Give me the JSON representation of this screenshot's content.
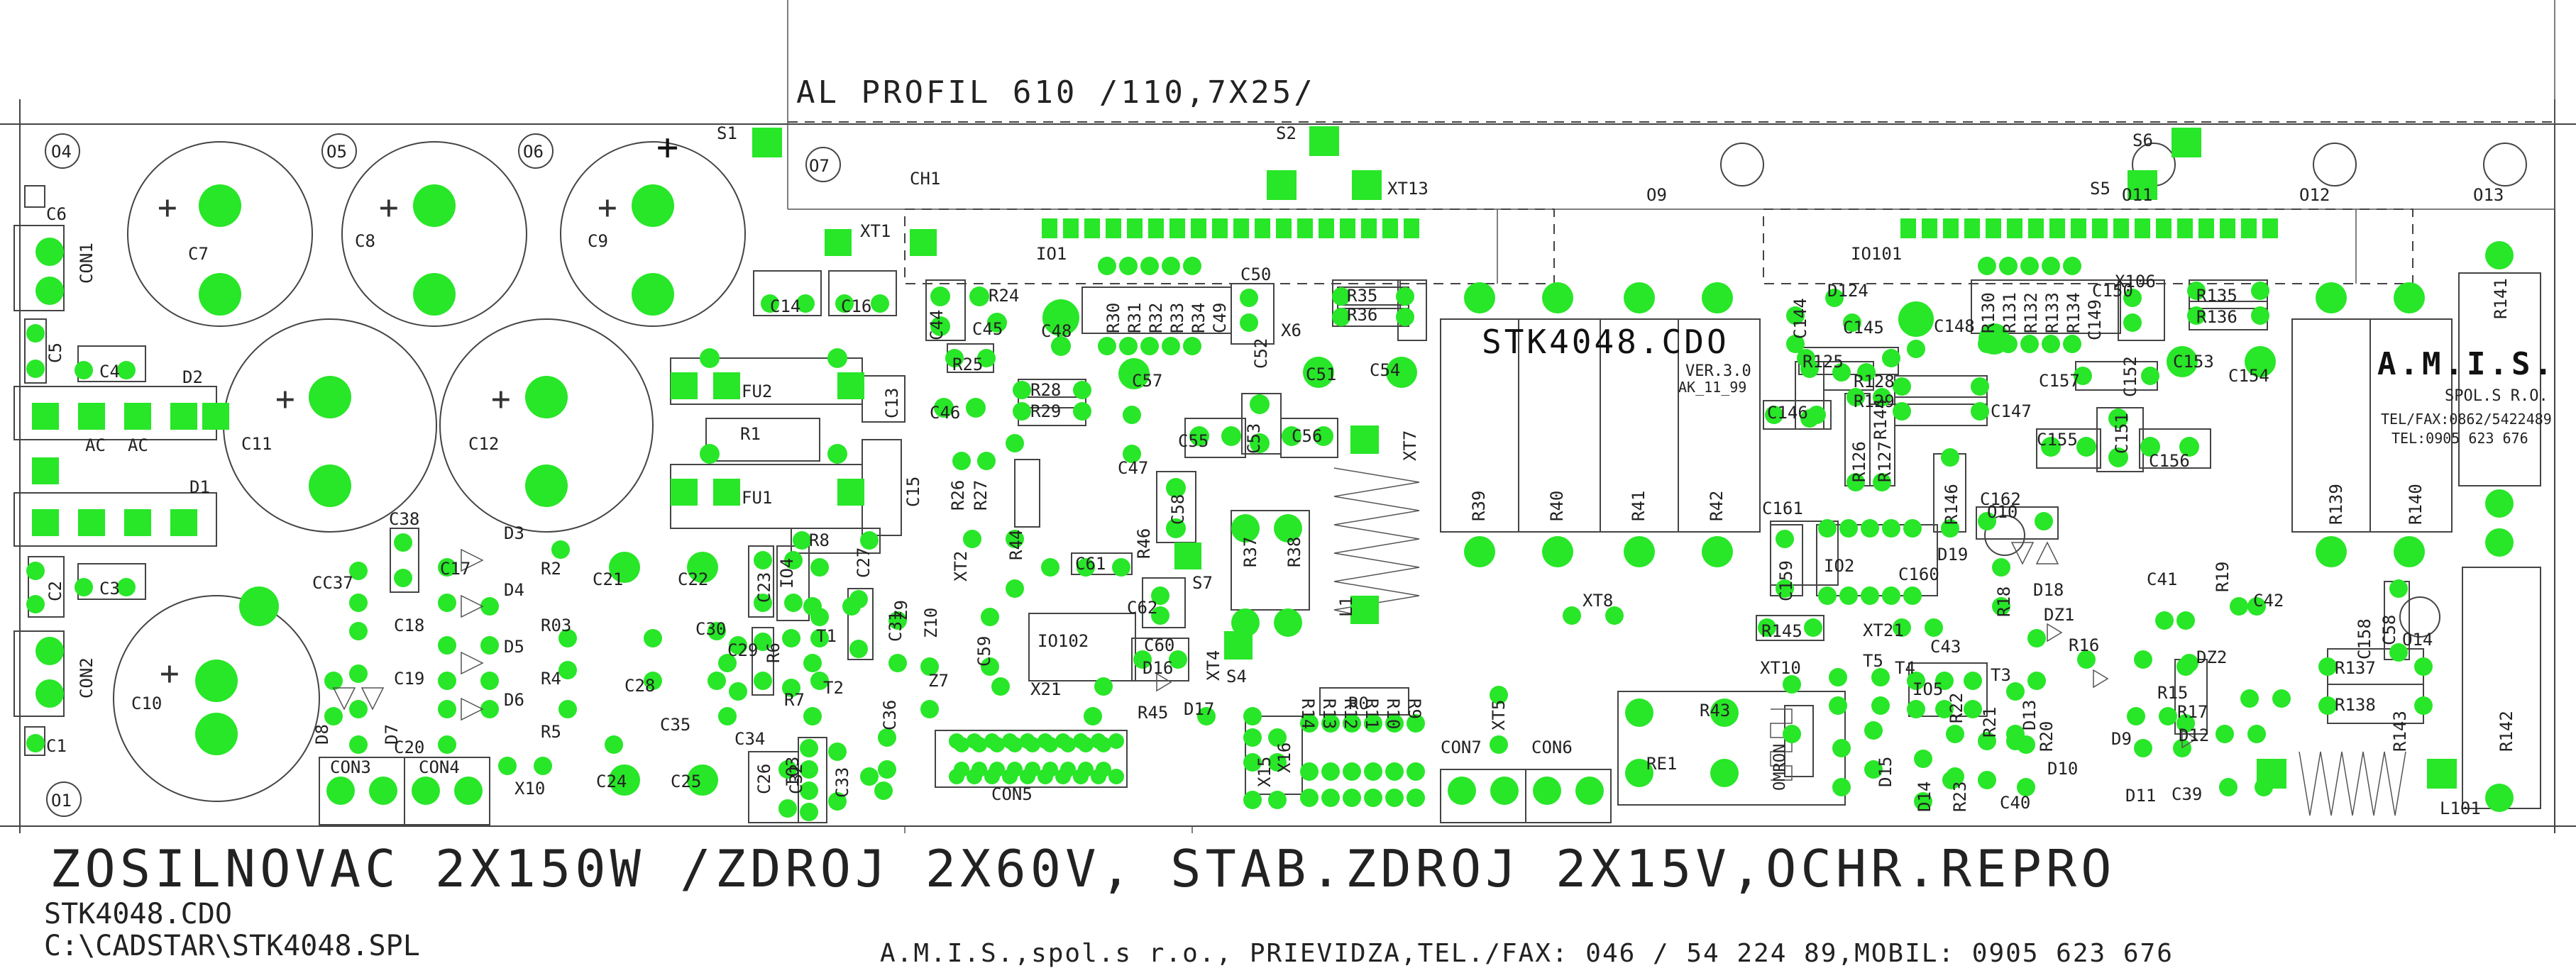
{
  "title": "ZOSILNOVAC 2X150W /ZDROJ 2X60V, STAB.ZDROJ 2X15V,OCHR.REPRO",
  "subtitle_1": "STK4048.CDO",
  "subtitle_2": "C:\\CADSTAR\\STK4048.SPL",
  "footer": "A.M.I.S.,spol.s r.o., PRIEVIDZA,TEL./FAX: 046 / 54 224 89,MOBIL: 0905 623 676",
  "profile_label": "AL PROFIL 610 /110,7X25/",
  "module": {
    "name": "STK4048.CDO",
    "ver": "VER.3.0",
    "date": "AK_11_99"
  },
  "logo": {
    "name": "A.M.I.S.",
    "sub": "SPOL.S R.O.",
    "tel1": "TEL/FAX:0862/5422489",
    "tel2": "TEL:0905 623 676"
  },
  "relay_brand": "OMRON",
  "colors": {
    "pad": "#28e628",
    "line": "#444444",
    "background": "#ffffff"
  },
  "components": [
    {
      "id": "c-o4",
      "label": "O4"
    },
    {
      "id": "c-o5",
      "label": "O5"
    },
    {
      "id": "c-o6",
      "label": "O6"
    },
    {
      "id": "c-o7",
      "label": "O7"
    },
    {
      "id": "c-o9",
      "label": "O9"
    },
    {
      "id": "c-o10",
      "label": "O10"
    },
    {
      "id": "c-o11",
      "label": "O11"
    },
    {
      "id": "c-o12",
      "label": "O12"
    },
    {
      "id": "c-o13",
      "label": "O13"
    },
    {
      "id": "c-o14",
      "label": "O14"
    },
    {
      "id": "c-o1",
      "label": "O1"
    },
    {
      "id": "c-s1",
      "label": "S1"
    },
    {
      "id": "c-s2",
      "label": "S2"
    },
    {
      "id": "c-s4",
      "label": "S4"
    },
    {
      "id": "c-s5",
      "label": "S5"
    },
    {
      "id": "c-s6",
      "label": "S6"
    },
    {
      "id": "c-s7",
      "label": "S7"
    },
    {
      "id": "c-ch1",
      "label": "CH1"
    },
    {
      "id": "c-xt1",
      "label": "XT1"
    },
    {
      "id": "c-xt13",
      "label": "XT13"
    },
    {
      "id": "c-io1",
      "label": "IO1"
    },
    {
      "id": "c-io101",
      "label": "IO101"
    },
    {
      "id": "c-io102",
      "label": "IO102"
    },
    {
      "id": "c-io2",
      "label": "IO2"
    },
    {
      "id": "c-io3",
      "label": "IO3"
    },
    {
      "id": "c-io4",
      "label": "IO4"
    },
    {
      "id": "c-io5",
      "label": "IO5"
    },
    {
      "id": "c-c6",
      "label": "C6"
    },
    {
      "id": "c-con1",
      "label": "CON1"
    },
    {
      "id": "c-c5",
      "label": "C5"
    },
    {
      "id": "c-c4",
      "label": "C4"
    },
    {
      "id": "c-d2",
      "label": "D2"
    },
    {
      "id": "c-d1",
      "label": "D1"
    },
    {
      "id": "c-ac1",
      "label": "AC"
    },
    {
      "id": "c-ac2",
      "label": "AC"
    },
    {
      "id": "c-c2",
      "label": "C2"
    },
    {
      "id": "c-c3",
      "label": "C3"
    },
    {
      "id": "c-con2",
      "label": "CON2"
    },
    {
      "id": "c-c1",
      "label": "C1"
    },
    {
      "id": "c-c7",
      "label": "C7"
    },
    {
      "id": "c-c8",
      "label": "C8"
    },
    {
      "id": "c-c9",
      "label": "C9"
    },
    {
      "id": "c-c10",
      "label": "C10"
    },
    {
      "id": "c-c11",
      "label": "C11"
    },
    {
      "id": "c-c12",
      "label": "C12"
    },
    {
      "id": "c-c14",
      "label": "C14"
    },
    {
      "id": "c-c16",
      "label": "C16"
    },
    {
      "id": "c-fu2",
      "label": "FU2"
    },
    {
      "id": "c-r1",
      "label": "R1"
    },
    {
      "id": "c-fu1",
      "label": "FU1"
    },
    {
      "id": "c-c13",
      "label": "C13"
    },
    {
      "id": "c-c15",
      "label": "C15"
    },
    {
      "id": "c-c38",
      "label": "C38"
    },
    {
      "id": "c-cc37",
      "label": "CC37"
    },
    {
      "id": "c-c18",
      "label": "C18"
    },
    {
      "id": "c-c19",
      "label": "C19"
    },
    {
      "id": "c-c20",
      "label": "C20"
    },
    {
      "id": "c-c17",
      "label": "C17"
    },
    {
      "id": "c-d3",
      "label": "D3"
    },
    {
      "id": "c-d4",
      "label": "D4"
    },
    {
      "id": "c-d5",
      "label": "D5"
    },
    {
      "id": "c-d6",
      "label": "D6"
    },
    {
      "id": "c-d7",
      "label": "D7"
    },
    {
      "id": "c-d8",
      "label": "D8"
    },
    {
      "id": "c-r2",
      "label": "R2"
    },
    {
      "id": "c-r03",
      "label": "R03"
    },
    {
      "id": "c-r4",
      "label": "R4"
    },
    {
      "id": "c-r5",
      "label": "R5"
    },
    {
      "id": "c-con3",
      "label": "CON3"
    },
    {
      "id": "c-con4",
      "label": "CON4"
    },
    {
      "id": "c-x10",
      "label": "X10"
    },
    {
      "id": "c-c21",
      "label": "C21"
    },
    {
      "id": "c-c22",
      "label": "C22"
    },
    {
      "id": "c-c23",
      "label": "C23"
    },
    {
      "id": "c-c27",
      "label": "C27"
    },
    {
      "id": "c-r8",
      "label": "R8"
    },
    {
      "id": "c-c28",
      "label": "C28"
    },
    {
      "id": "c-c30",
      "label": "C30"
    },
    {
      "id": "c-c29",
      "label": "C29"
    },
    {
      "id": "c-r6",
      "label": "R6"
    },
    {
      "id": "c-t1",
      "label": "T1"
    },
    {
      "id": "c-c31",
      "label": "C31"
    },
    {
      "id": "c-z9",
      "label": "Z9"
    },
    {
      "id": "c-z10",
      "label": "Z10"
    },
    {
      "id": "c-z7",
      "label": "Z7"
    },
    {
      "id": "c-c35",
      "label": "C35"
    },
    {
      "id": "c-c36",
      "label": "C36"
    },
    {
      "id": "c-r7",
      "label": "R7"
    },
    {
      "id": "c-t2",
      "label": "T2"
    },
    {
      "id": "c-c34",
      "label": "C34"
    },
    {
      "id": "c-c24",
      "label": "C24"
    },
    {
      "id": "c-c25",
      "label": "C25"
    },
    {
      "id": "c-c26",
      "label": "C26"
    },
    {
      "id": "c-c32",
      "label": "C32"
    },
    {
      "id": "c-c33",
      "label": "C33"
    },
    {
      "id": "c-con5",
      "label": "CON5"
    },
    {
      "id": "c-c44",
      "label": "C44"
    },
    {
      "id": "c-r24",
      "label": "R24"
    },
    {
      "id": "c-c45",
      "label": "C45"
    },
    {
      "id": "c-c48",
      "label": "C48"
    },
    {
      "id": "c-r25",
      "label": "R25"
    },
    {
      "id": "c-c46",
      "label": "C46"
    },
    {
      "id": "c-r28",
      "label": "R28"
    },
    {
      "id": "c-r29",
      "label": "R29"
    },
    {
      "id": "c-r26",
      "label": "R26"
    },
    {
      "id": "c-r27",
      "label": "R27"
    },
    {
      "id": "c-xt2",
      "label": "XT2"
    },
    {
      "id": "c-r44",
      "label": "R44"
    },
    {
      "id": "c-c47",
      "label": "C47"
    },
    {
      "id": "c-r30",
      "label": "R30"
    },
    {
      "id": "c-r31",
      "label": "R31"
    },
    {
      "id": "c-r32",
      "label": "R32"
    },
    {
      "id": "c-r33",
      "label": "R33"
    },
    {
      "id": "c-r34",
      "label": "R34"
    },
    {
      "id": "c-c49",
      "label": "C49"
    },
    {
      "id": "c-c50",
      "label": "C50"
    },
    {
      "id": "c-c52",
      "label": "C52"
    },
    {
      "id": "c-c57",
      "label": "C57"
    },
    {
      "id": "c-r35",
      "label": "R35"
    },
    {
      "id": "c-r36",
      "label": "R36"
    },
    {
      "id": "c-x6",
      "label": "X6"
    },
    {
      "id": "c-c51",
      "label": "C51"
    },
    {
      "id": "c-c54",
      "label": "C54"
    },
    {
      "id": "c-c55",
      "label": "C55"
    },
    {
      "id": "c-c53",
      "label": "C53"
    },
    {
      "id": "c-c56",
      "label": "C56"
    },
    {
      "id": "c-xt7",
      "label": "XT7"
    },
    {
      "id": "c-c61",
      "label": "C61"
    },
    {
      "id": "c-r46",
      "label": "R46"
    },
    {
      "id": "c-c58",
      "label": "C58"
    },
    {
      "id": "c-r37",
      "label": "R37"
    },
    {
      "id": "c-r38",
      "label": "R38"
    },
    {
      "id": "c-l1",
      "label": "L1"
    },
    {
      "id": "c-c62",
      "label": "C62"
    },
    {
      "id": "c-c60",
      "label": "C60"
    },
    {
      "id": "c-d16",
      "label": "D16"
    },
    {
      "id": "c-xt4",
      "label": "XT4"
    },
    {
      "id": "c-c59",
      "label": "C59"
    },
    {
      "id": "c-x21",
      "label": "X21"
    },
    {
      "id": "c-r45",
      "label": "R45"
    },
    {
      "id": "c-d17",
      "label": "D17"
    },
    {
      "id": "c-r14",
      "label": "R14"
    },
    {
      "id": "c-r13",
      "label": "R13"
    },
    {
      "id": "c-r12",
      "label": "R12"
    },
    {
      "id": "c-r11",
      "label": "R11"
    },
    {
      "id": "c-r10",
      "label": "R10"
    },
    {
      "id": "c-r9",
      "label": "R9"
    },
    {
      "id": "c-r0",
      "label": "R0"
    },
    {
      "id": "c-x15",
      "label": "X15"
    },
    {
      "id": "c-x16",
      "label": "X16"
    },
    {
      "id": "c-r39",
      "label": "R39"
    },
    {
      "id": "c-r40",
      "label": "R40"
    },
    {
      "id": "c-r41",
      "label": "R41"
    },
    {
      "id": "c-r42",
      "label": "R42"
    },
    {
      "id": "c-xt8",
      "label": "XT8"
    },
    {
      "id": "c-xt5",
      "label": "XT5"
    },
    {
      "id": "c-con7",
      "label": "CON7"
    },
    {
      "id": "c-con6",
      "label": "CON6"
    },
    {
      "id": "c-r43",
      "label": "R43"
    },
    {
      "id": "c-re1",
      "label": "RE1"
    },
    {
      "id": "c-c144",
      "label": "C144"
    },
    {
      "id": "c-d124",
      "label": "D124"
    },
    {
      "id": "c-c145",
      "label": "C145"
    },
    {
      "id": "c-c148",
      "label": "C148"
    },
    {
      "id": "c-r125",
      "label": "R125"
    },
    {
      "id": "c-c146",
      "label": "C146"
    },
    {
      "id": "c-r128",
      "label": "R128"
    },
    {
      "id": "c-r129",
      "label": "R129"
    },
    {
      "id": "c-r126",
      "label": "R126"
    },
    {
      "id": "c-r127",
      "label": "R127"
    },
    {
      "id": "c-r144",
      "label": "R144"
    },
    {
      "id": "c-r146",
      "label": "R146"
    },
    {
      "id": "c-r130",
      "label": "R130"
    },
    {
      "id": "c-r131",
      "label": "R131"
    },
    {
      "id": "c-r132",
      "label": "R132"
    },
    {
      "id": "c-r133",
      "label": "R133"
    },
    {
      "id": "c-r134",
      "label": "R134"
    },
    {
      "id": "c-c149",
      "label": "C149"
    },
    {
      "id": "c-c150",
      "label": "C150"
    },
    {
      "id": "c-c152",
      "label": "C152"
    },
    {
      "id": "c-x106",
      "label": "X106"
    },
    {
      "id": "c-r135",
      "label": "R135"
    },
    {
      "id": "c-r136",
      "label": "R136"
    },
    {
      "id": "c-c157",
      "label": "C157"
    },
    {
      "id": "c-c147",
      "label": "C147"
    },
    {
      "id": "c-c153",
      "label": "C153"
    },
    {
      "id": "c-c154",
      "label": "C154"
    },
    {
      "id": "c-c155",
      "label": "C155"
    },
    {
      "id": "c-c151",
      "label": "C151"
    },
    {
      "id": "c-c156",
      "label": "C156"
    },
    {
      "id": "c-r139",
      "label": "R139"
    },
    {
      "id": "c-r140",
      "label": "R140"
    },
    {
      "id": "c-r141",
      "label": "R141"
    },
    {
      "id": "c-c161",
      "label": "C161"
    },
    {
      "id": "c-c159",
      "label": "C159"
    },
    {
      "id": "c-c160",
      "label": "C160"
    },
    {
      "id": "c-c162",
      "label": "C162"
    },
    {
      "id": "c-d19",
      "label": "D19"
    },
    {
      "id": "c-d18",
      "label": "D18"
    },
    {
      "id": "c-r145",
      "label": "R145"
    },
    {
      "id": "c-xt21",
      "label": "XT21"
    },
    {
      "id": "c-xt10",
      "label": "XT10"
    },
    {
      "id": "c-dz1",
      "label": "DZ1"
    },
    {
      "id": "c-c43",
      "label": "C43"
    },
    {
      "id": "c-r18",
      "label": "R18"
    },
    {
      "id": "c-c41",
      "label": "C41"
    },
    {
      "id": "c-r19",
      "label": "R19"
    },
    {
      "id": "c-c42",
      "label": "C42"
    },
    {
      "id": "c-t5",
      "label": "T5"
    },
    {
      "id": "c-t4",
      "label": "T4"
    },
    {
      "id": "c-t3",
      "label": "T3"
    },
    {
      "id": "c-r16",
      "label": "R16"
    },
    {
      "id": "c-dz2",
      "label": "DZ2"
    },
    {
      "id": "c-r22",
      "label": "R22"
    },
    {
      "id": "c-r21",
      "label": "R21"
    },
    {
      "id": "c-d13",
      "label": "D13"
    },
    {
      "id": "c-r20",
      "label": "R20"
    },
    {
      "id": "c-r15",
      "label": "R15"
    },
    {
      "id": "c-r17",
      "label": "R17"
    },
    {
      "id": "c-d12",
      "label": "D12"
    },
    {
      "id": "c-d9",
      "label": "D9"
    },
    {
      "id": "c-d10",
      "label": "D10"
    },
    {
      "id": "c-d11",
      "label": "D11"
    },
    {
      "id": "c-c40",
      "label": "C40"
    },
    {
      "id": "c-d15",
      "label": "D15"
    },
    {
      "id": "c-d14",
      "label": "D14"
    },
    {
      "id": "c-r23",
      "label": "R23"
    },
    {
      "id": "c-c39",
      "label": "C39"
    },
    {
      "id": "c-c58b",
      "label": "C58"
    },
    {
      "id": "c-r137",
      "label": "R137"
    },
    {
      "id": "c-r138",
      "label": "R138"
    },
    {
      "id": "c-r143",
      "label": "R143"
    },
    {
      "id": "c-r142",
      "label": "R142"
    },
    {
      "id": "c-l101",
      "label": "L101"
    },
    {
      "id": "c-c158",
      "label": "C158"
    }
  ]
}
